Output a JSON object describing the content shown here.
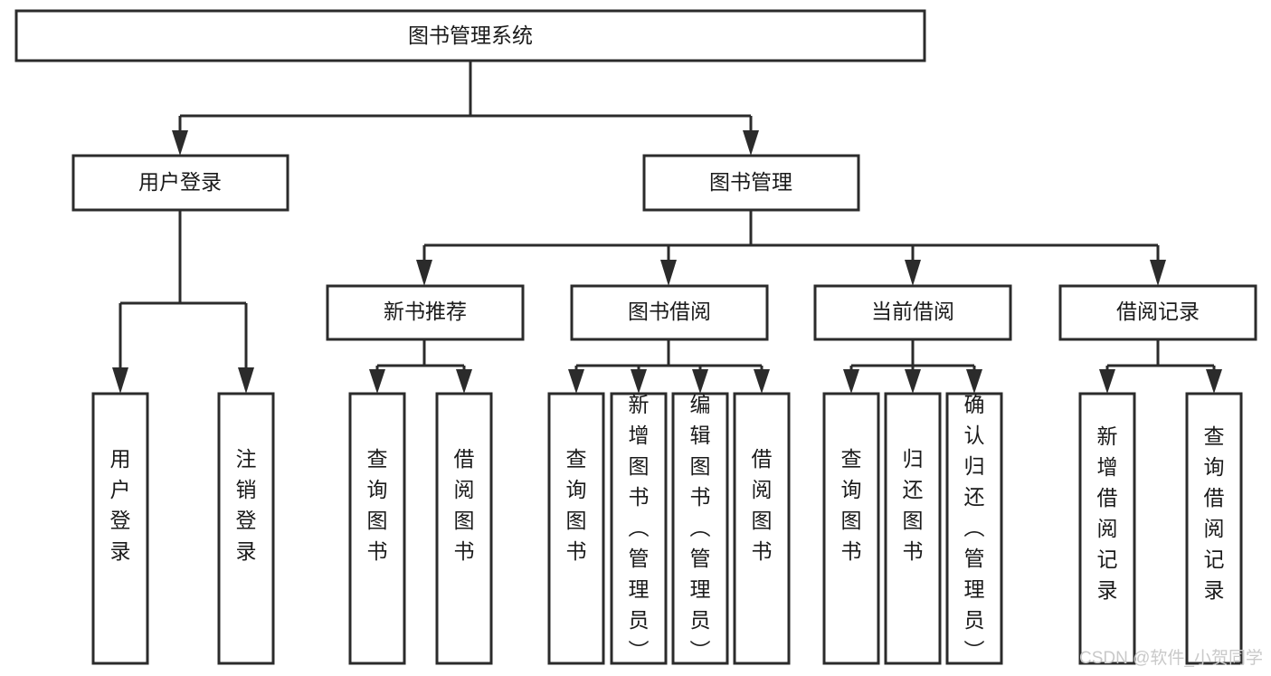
{
  "diagram": {
    "title": "图书管理系统",
    "type": "tree-flowchart",
    "orientation": "top-down",
    "colors": {
      "stroke": "#2b2b2b",
      "box_fill": "#ffffff",
      "text": "#1a1a1a",
      "background": "#ffffff",
      "watermark": "#c9c9c9"
    },
    "root": {
      "label": "图书管理系统"
    },
    "level2": [
      {
        "label": "用户登录"
      },
      {
        "label": "图书管理"
      }
    ],
    "level3": [
      {
        "label": "新书推荐"
      },
      {
        "label": "图书借阅"
      },
      {
        "label": "当前借阅"
      },
      {
        "label": "借阅记录"
      }
    ],
    "leaves": {
      "user_login": [
        {
          "label": "用户登录"
        },
        {
          "label": "注销登录"
        }
      ],
      "new_book_recommend": [
        {
          "label": "查询图书"
        },
        {
          "label": "借阅图书"
        }
      ],
      "book_borrow": [
        {
          "label": "查询图书"
        },
        {
          "label": "新增图书（管理员）"
        },
        {
          "label": "编辑图书（管理员）"
        },
        {
          "label": "借阅图书"
        }
      ],
      "current_borrow": [
        {
          "label": "查询图书"
        },
        {
          "label": "归还图书"
        },
        {
          "label": "确认归还（管理员）"
        }
      ],
      "borrow_record": [
        {
          "label": "新增借阅记录"
        },
        {
          "label": "查询借阅记录"
        }
      ]
    }
  },
  "watermark": {
    "text": "CSDN @软件_小贺同学"
  }
}
